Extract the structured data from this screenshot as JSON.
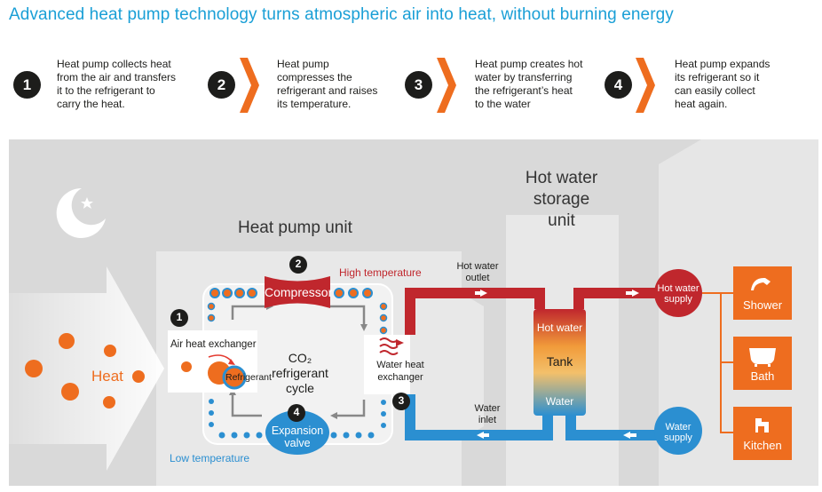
{
  "title": "Advanced heat pump technology turns atmospheric air into heat, without burning energy",
  "steps": [
    {
      "num": "1",
      "text": [
        "Heat pump collects heat",
        "from the air and transfers",
        "it to the refrigerant to",
        "carry the heat."
      ]
    },
    {
      "num": "2",
      "text": [
        "Heat pump",
        "compresses the",
        "refrigerant and raises",
        "its temperature."
      ]
    },
    {
      "num": "3",
      "text": [
        "Heat pump creates hot",
        "water by transferring",
        "the refrigerant’s heat",
        "to the water"
      ]
    },
    {
      "num": "4",
      "text": [
        "Heat pump expands",
        "its refrigerant so it",
        "can easily collect",
        "heat again."
      ]
    }
  ],
  "diagram": {
    "storage_title": [
      "Hot water storage",
      "unit"
    ],
    "heat_pump_title": "Heat pump unit",
    "high_temp": "High temperature",
    "low_temp": "Low temperature",
    "heat": "Heat",
    "compressor": "Compressor",
    "air_hx": "Air heat exchanger",
    "refrigerant": "Refrigerant",
    "co2_cycle": [
      "CO₂ refrigerant",
      "cycle"
    ],
    "water_hx": [
      "Water heat",
      "exchanger"
    ],
    "expansion_valve": [
      "Expansion",
      "valve"
    ],
    "hot_water_outlet": [
      "Hot water",
      "outlet"
    ],
    "water_inlet": [
      "Water",
      "inlet"
    ],
    "tank_hot": "Hot water",
    "tank": "Tank",
    "tank_water": "Water",
    "hot_water_supply": [
      "Hot water",
      "supply"
    ],
    "water_supply": [
      "Water",
      "supply"
    ],
    "outlets": [
      "Shower",
      "Bath",
      "Kitchen"
    ],
    "badges": [
      "1",
      "2",
      "3",
      "4"
    ]
  },
  "colors": {
    "title_blue": "#1a9fd6",
    "orange": "#ee6d1f",
    "red": "#c0272d",
    "blue": "#2b8fd1",
    "grey_bg": "#d9d9d9"
  }
}
